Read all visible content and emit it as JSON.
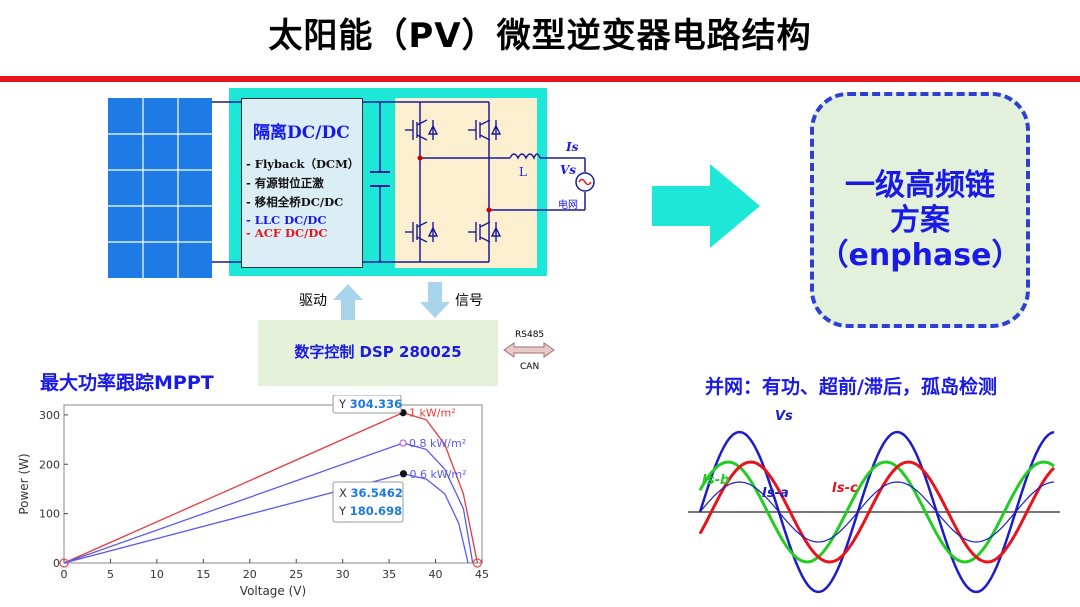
{
  "title": "太阳能（PV）微型逆变器电路结构",
  "circuit": {
    "dcdc_title": "隔离DC/DC",
    "topologies": [
      "- Flyback（DCM）",
      "- 有源钳位正激",
      "- 移相全桥DC/DC",
      "- LLC DC/DC",
      "- ACF DC/DC"
    ],
    "label_is": "Is",
    "label_l": "L",
    "label_vs": "Vs",
    "label_grid": "电网",
    "drive_label": "驱动",
    "signal_label": "信号"
  },
  "dsp": {
    "label": "数字控制 DSP 280025",
    "rs485": "RS485",
    "can": "CAN"
  },
  "highfreq": {
    "line1": "一级高频链",
    "line2": "方案",
    "line3": "（enphase）"
  },
  "mppt_label": "最大功率跟踪MPPT",
  "grid_label": "并网：有功、超前/滞后，孤岛检测",
  "chart_data": {
    "type": "line",
    "xlabel": "Voltage (V)",
    "ylabel": "Power (W)",
    "xlim": [
      0,
      45
    ],
    "ylim": [
      0,
      320
    ],
    "xticks": [
      0,
      5,
      10,
      15,
      20,
      25,
      30,
      35,
      40,
      45
    ],
    "yticks": [
      0,
      100,
      200,
      300
    ],
    "series": [
      {
        "name": "1 kW/m²",
        "color": "#e83a3a",
        "points": [
          [
            0,
            0
          ],
          [
            36.5,
            304.336
          ],
          [
            39,
            290
          ],
          [
            41,
            240
          ],
          [
            43,
            140
          ],
          [
            44.5,
            0
          ]
        ]
      },
      {
        "name": "0.8 kW/m²",
        "color": "#5a5af0",
        "points": [
          [
            0,
            0
          ],
          [
            36.5,
            243
          ],
          [
            39,
            230
          ],
          [
            41,
            190
          ],
          [
            43,
            110
          ],
          [
            44,
            0
          ]
        ]
      },
      {
        "name": "0.6 kW/m²",
        "color": "#5a5af0",
        "points": [
          [
            0,
            0
          ],
          [
            36.5462,
            180.698
          ],
          [
            39,
            170
          ],
          [
            41,
            140
          ],
          [
            42.5,
            80
          ],
          [
            43.5,
            0
          ]
        ]
      }
    ],
    "tooltip_top": {
      "y_label": "Y",
      "y_value": "304.336"
    },
    "tooltip_bottom": {
      "x_label": "X",
      "x_value": "36.5462",
      "y_label": "Y",
      "y_value": "180.698"
    }
  },
  "waveform": {
    "labels": {
      "vs": "Vs",
      "isa": "Is-a",
      "isb": "Is-b",
      "isc": "Is-c"
    },
    "colors": {
      "vs": "#1c1cc8",
      "isa": "#1c1cc8",
      "isb": "#22cc22",
      "isc": "#e8141b"
    }
  },
  "colors": {
    "title_red_line": "#e8141b",
    "accent_blue": "#1a1ae6",
    "cyan": "#1de8d8"
  }
}
